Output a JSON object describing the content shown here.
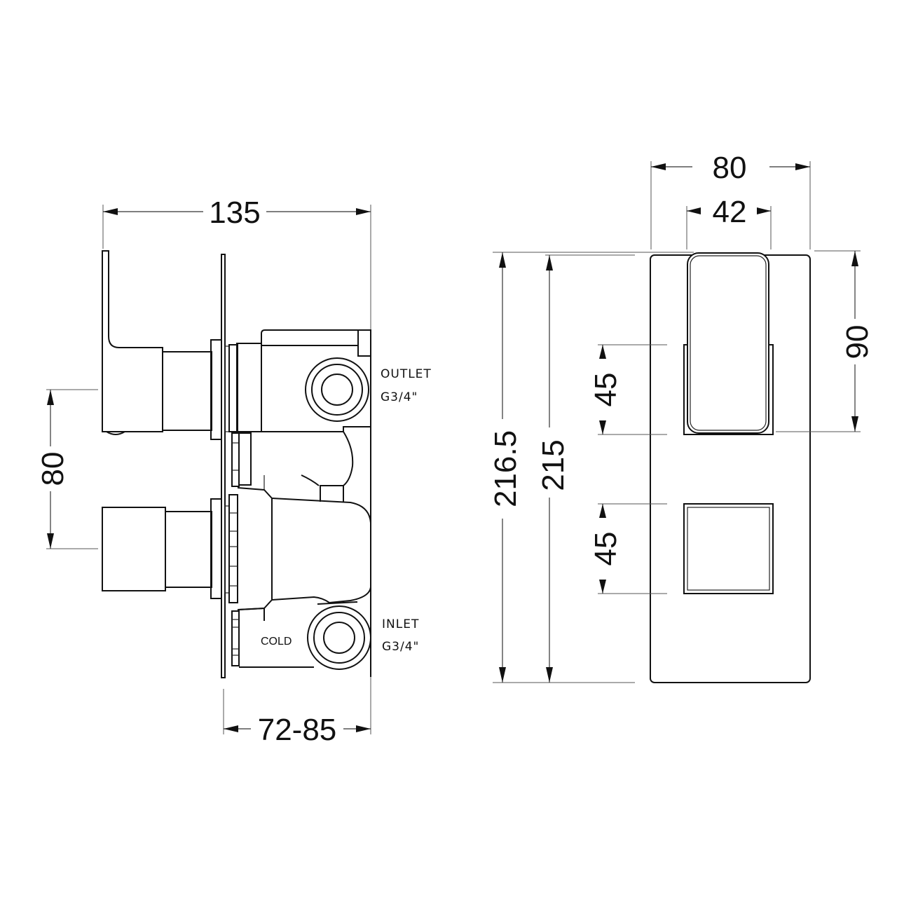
{
  "drawing": {
    "title": "Twin valve shower mixer dimension drawing",
    "units": "mm",
    "line_color": "#111111",
    "background": "#ffffff"
  },
  "side_view": {
    "dimensions": {
      "overall_depth": "135",
      "handle_spacing": "80",
      "wall_depth": "72-85"
    },
    "labels": {
      "outlet_title": "OUTLET",
      "outlet_thread": "G3/4\"",
      "inlet_title": "INLET",
      "inlet_thread": "G3/4\"",
      "cold": "COLD"
    }
  },
  "front_view": {
    "dimensions": {
      "plate_width": "80",
      "handle_width": "42",
      "overall_height": "216.5",
      "plate_height": "215",
      "handle_height": "90",
      "lever_offset": "45",
      "knob_size": "45"
    }
  }
}
